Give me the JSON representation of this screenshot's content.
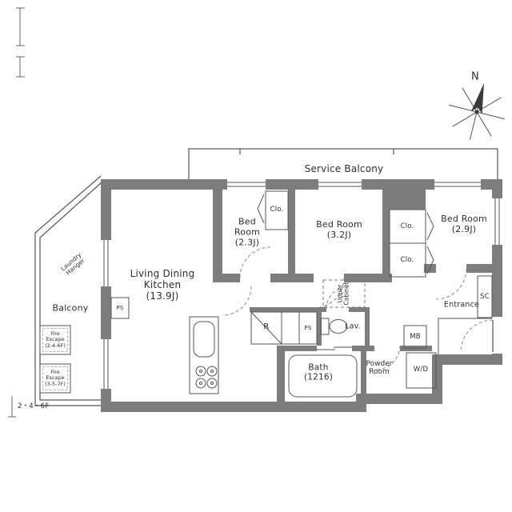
{
  "labels": {
    "north": "N",
    "service_balcony": "Service Balcony",
    "bed_room_1": "Bed\nRoom\n(2.3J)",
    "bed_room_2": "Bed Room\n(3.2J)",
    "bed_room_3": "Bed Room\n(2.9J)",
    "ldk": "Living Dining\nKitchen\n(13.9J)",
    "balcony": "Balcony",
    "bath": "Bath\n(1216)",
    "powder_room": "Powder\nRoom",
    "lav": "Lav.",
    "entrance": "Entrance",
    "sc": "SC",
    "mb": "MB",
    "wd": "W/D",
    "fridge": "R",
    "ps_left": "PS",
    "ps_mid": "PS",
    "clo_1": "Clo.",
    "clo_2": "Clo.",
    "clo_3": "Clo.",
    "upper_cabinet": "Upper\nCabinet",
    "laundry_hanger": "Laundry\nHanger",
    "fire_escape_upper": "Fire\nEscape\n(2-4-6F)",
    "fire_escape_lower": "Fire\nEscape\n(3-5-7F)",
    "floor_indicator": "2・4・6F"
  },
  "colors": {
    "wall": "#7d7d7d",
    "line": "#555555",
    "dashed": "#888888",
    "text": "#2e2e2e",
    "background": "#ffffff"
  }
}
